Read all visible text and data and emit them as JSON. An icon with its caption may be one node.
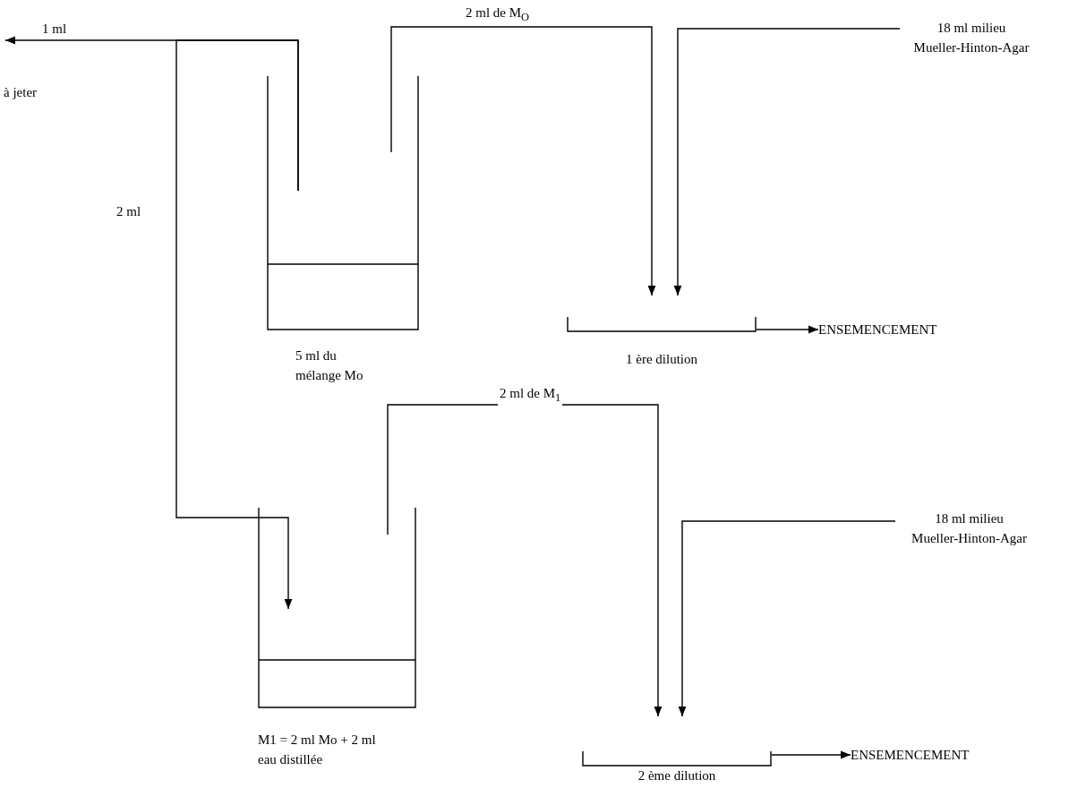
{
  "diagram": {
    "nodes": [
      {
        "text": [
          "5 ml du mélange Mo"
        ]
      },
      {
        "text": [
          "à jeter"
        ]
      },
      {
        "text": [
          "1 ère dilution"
        ]
      },
      {
        "text": [
          "18 ml milieu Mueller-Hinton-Agar"
        ]
      },
      {
        "text": [
          "ENSEMENCEMENT"
        ]
      },
      {
        "text": [
          "M1 = 2 ml Mo + 2 ml eau distillée"
        ]
      },
      {
        "text": [
          "2 ème dilution"
        ]
      },
      {
        "text": [
          "18 ml milieu Mueller-Hinton-Agar"
        ]
      },
      {
        "text": [
          "ENSEMENCEMENT"
        ]
      }
    ],
    "edges": [
      {
        "from": 0,
        "to": 1,
        "arrow": "to",
        "label": "1 ml"
      },
      {
        "from": 0,
        "to": 5,
        "arrow": "to",
        "label": "2 ml"
      },
      {
        "from": 0,
        "to": 2,
        "arrow": "to",
        "label": "2 ml de M$_{O}$"
      },
      {
        "from": 3,
        "to": 2,
        "arrow": "to"
      },
      {
        "from": 2,
        "to": 4,
        "arrow": "to"
      },
      {
        "from": 5,
        "to": 6,
        "arrow": "to",
        "label": "2 ml de M$_{1}$"
      },
      {
        "from": 7,
        "to": 6,
        "arrow": "to"
      },
      {
        "from": 6,
        "to": 8,
        "arrow": "to"
      }
    ]
  }
}
